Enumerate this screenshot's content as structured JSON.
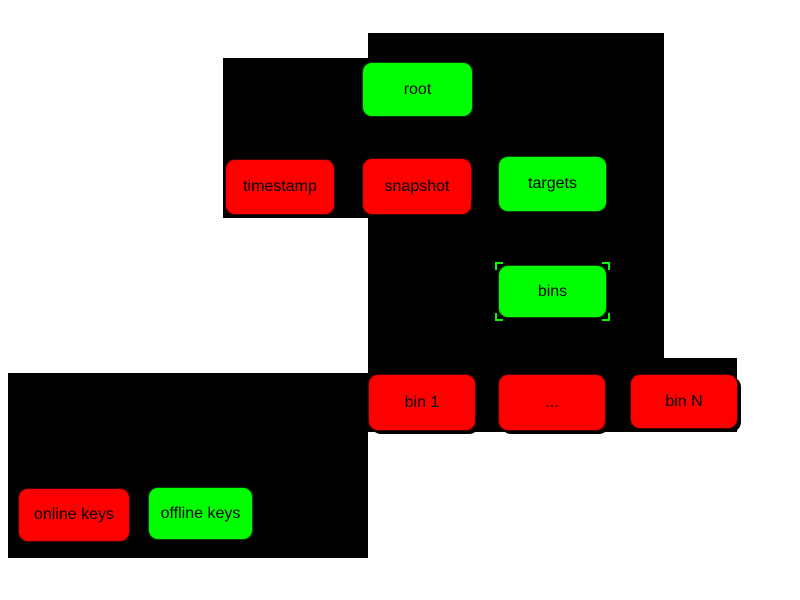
{
  "colors": {
    "online_keys": "#ff0000",
    "offline_keys": "#00ff00",
    "panel_background": "#000000",
    "page_background": "#ffffff",
    "node_text": "#000000"
  },
  "nodes": {
    "root": {
      "label": "root",
      "key_type": "offline"
    },
    "timestamp": {
      "label": "timestamp",
      "key_type": "online"
    },
    "snapshot": {
      "label": "snapshot",
      "key_type": "online"
    },
    "targets": {
      "label": "targets",
      "key_type": "offline"
    },
    "bins": {
      "label": "bins",
      "key_type": "offline"
    },
    "bin_first": {
      "label": "bin 1",
      "key_type": "online"
    },
    "bin_more": {
      "label": "...",
      "key_type": "online"
    },
    "bin_last": {
      "label": "bin N",
      "key_type": "online"
    }
  },
  "legend": {
    "online": {
      "label": "online keys",
      "key_type": "online"
    },
    "offline": {
      "label": "offline keys",
      "key_type": "offline"
    }
  }
}
